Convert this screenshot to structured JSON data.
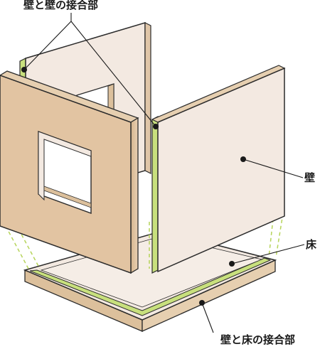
{
  "labels": {
    "wall_to_wall_joint": "壁と壁の接合部",
    "wall": "壁",
    "floor": "床",
    "wall_to_floor_joint": "壁と床の接合部"
  },
  "colors": {
    "panel_face": "#f3e9e1",
    "panel_edge": "#e0c6a8",
    "panel_side": "#d9b892",
    "joint_green": "#c8e07d",
    "dashed_green": "#b6d45a",
    "outline": "#2b2b2b"
  }
}
